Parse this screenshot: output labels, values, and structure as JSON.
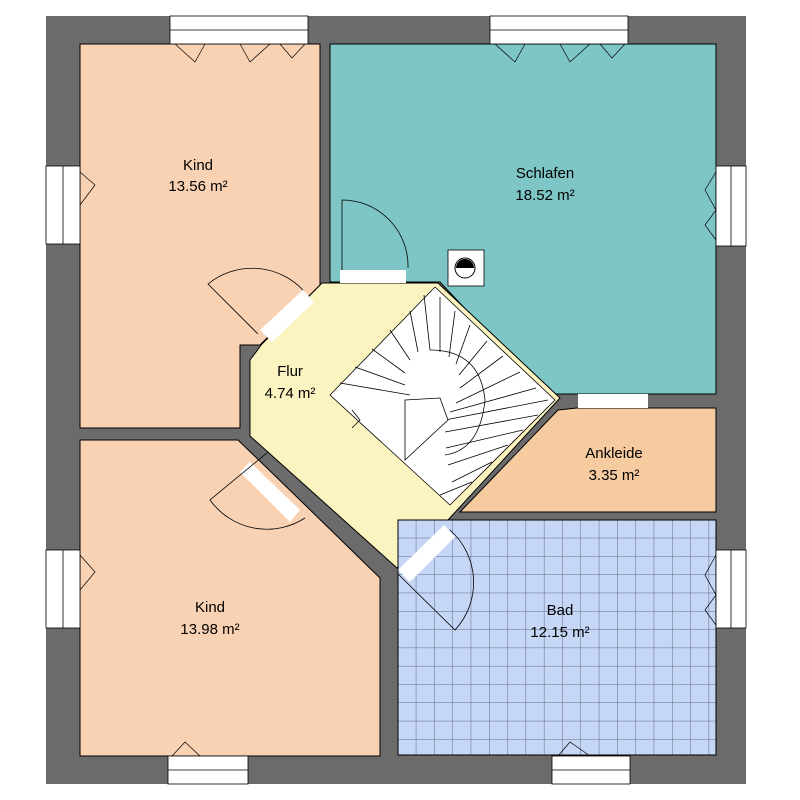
{
  "floor_plan": {
    "colors": {
      "wall": "#6b6b6b",
      "kind": "#f9d2b4",
      "schlafen": "#7ec6c6",
      "flur": "#fbf3c0",
      "ankleide": "#f6cba0",
      "bad": "#c6d6f5",
      "bad_grid": "#5c6b86",
      "stair": "#ffffff",
      "line": "#000000"
    },
    "rooms": [
      {
        "id": "kind-top",
        "name": "Kind",
        "area": "13.56 m²"
      },
      {
        "id": "schlafen",
        "name": "Schlafen",
        "area": "18.52 m²"
      },
      {
        "id": "flur",
        "name": "Flur",
        "area": "4.74 m²"
      },
      {
        "id": "ankleide",
        "name": "Ankleide",
        "area": "3.35 m²"
      },
      {
        "id": "bad",
        "name": "Bad",
        "area": "12.15 m²"
      },
      {
        "id": "kind-bottom",
        "name": "Kind",
        "area": "13.98 m²"
      }
    ]
  }
}
